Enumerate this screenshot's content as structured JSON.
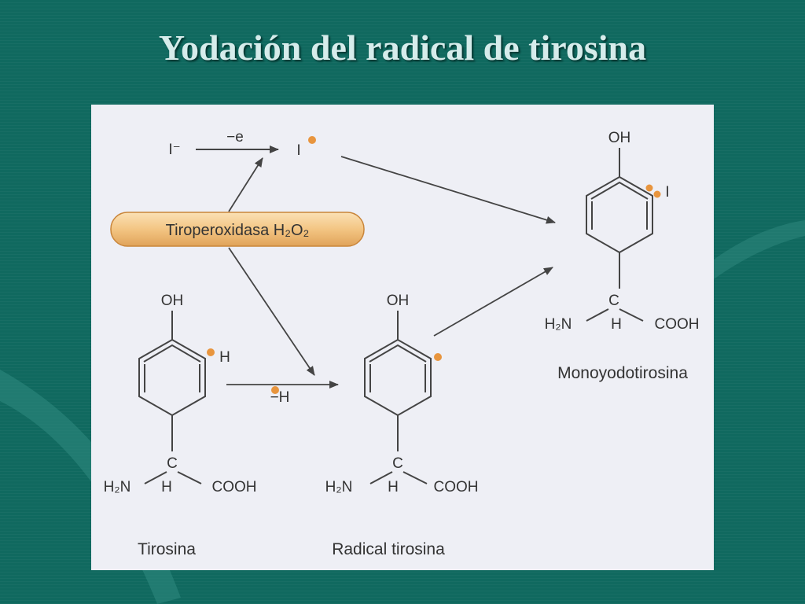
{
  "title": "Yodación del radical de tirosina",
  "reaction": {
    "iodide": "I⁻",
    "electron_loss": "−e",
    "iodine_radical": "I",
    "enzyme": "Tiroperoxidasa H₂O₂",
    "hydrogen_loss": "−H"
  },
  "molecules": {
    "tirosina": {
      "name": "Tirosina",
      "oh": "OH",
      "h": "H",
      "c": "C",
      "h_alpha": "H",
      "amine": "H₂N",
      "acid": "COOH"
    },
    "radical": {
      "name": "Radical tirosina",
      "oh": "OH",
      "c": "C",
      "h_alpha": "H",
      "amine": "H₂N",
      "acid": "COOH"
    },
    "monoyodo": {
      "name": "Monoyodotirosina",
      "oh": "OH",
      "i": "I",
      "c": "C",
      "h_alpha": "H",
      "amine": "H₂N",
      "acid": "COOH"
    }
  },
  "colors": {
    "background": "#10695f",
    "panel": "#eeeff5",
    "radical_dot": "#e8953e",
    "pill": "#f3c583"
  }
}
